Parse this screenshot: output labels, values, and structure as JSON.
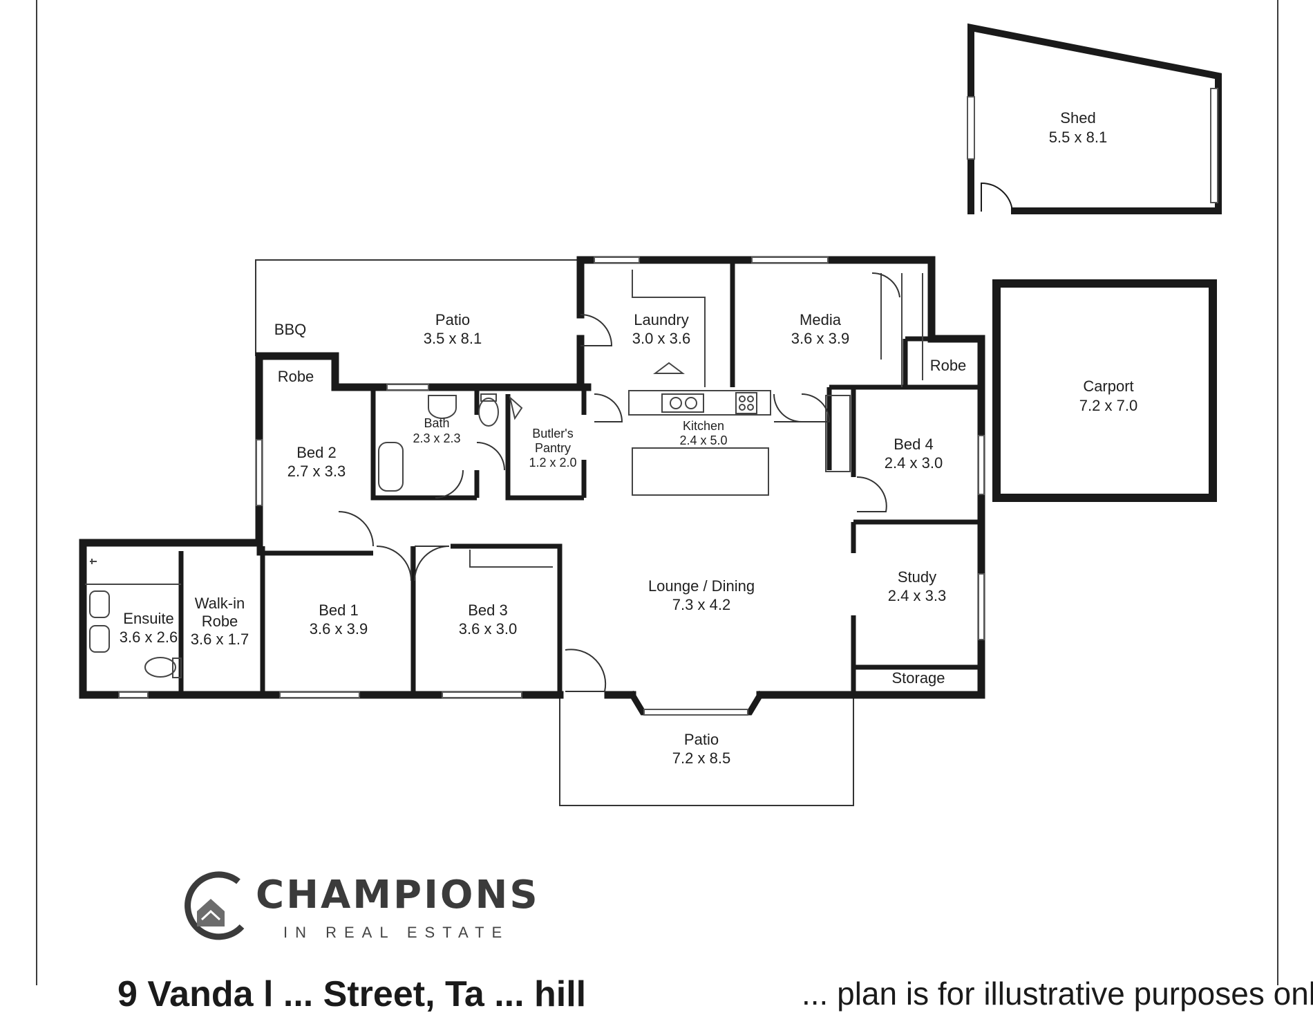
{
  "rooms": {
    "shed": {
      "name": "Shed",
      "size": "5.5 x 8.1"
    },
    "carport": {
      "name": "Carport",
      "size": "7.2 x 7.0"
    },
    "patio_rear": {
      "name": "Patio",
      "size": "3.5 x 8.1"
    },
    "bbq": {
      "name": "BBQ"
    },
    "laundry": {
      "name": "Laundry",
      "size": "3.0 x 3.6"
    },
    "media": {
      "name": "Media",
      "size": "3.6 x 3.9"
    },
    "robe_left": {
      "name": "Robe"
    },
    "robe_right": {
      "name": "Robe"
    },
    "bed2": {
      "name": "Bed 2",
      "size": "2.7 x 3.3"
    },
    "bath": {
      "name": "Bath",
      "size": "2.3 x 2.3"
    },
    "butlers": {
      "name_line1": "Butler's",
      "name_line2": "Pantry",
      "size": "1.2 x 2.0"
    },
    "kitchen": {
      "name": "Kitchen",
      "size": "2.4 x 5.0"
    },
    "bed4": {
      "name": "Bed 4",
      "size": "2.4 x 3.0"
    },
    "ensuite": {
      "name": "Ensuite",
      "size": "3.6 x 2.6"
    },
    "walkin": {
      "name_line1": "Walk-in",
      "name_line2": "Robe",
      "size": "3.6 x 1.7"
    },
    "bed1": {
      "name": "Bed 1",
      "size": "3.6 x 3.9"
    },
    "bed3": {
      "name": "Bed 3",
      "size": "3.6 x 3.0"
    },
    "lounge": {
      "name": "Lounge / Dining",
      "size": "7.3 x 4.2"
    },
    "study": {
      "name": "Study",
      "size": "2.4 x 3.3"
    },
    "storage": {
      "name": "Storage"
    },
    "patio_front": {
      "name": "Patio",
      "size": "7.2 x 8.5"
    }
  },
  "brand": {
    "name": "CHAMPIONS",
    "tagline": "IN REAL ESTATE"
  },
  "footer": {
    "address_partial": "9 Vanda l ... Street, Ta ... hill",
    "disclaimer_partial": "... plan is for illustrative purposes only"
  }
}
